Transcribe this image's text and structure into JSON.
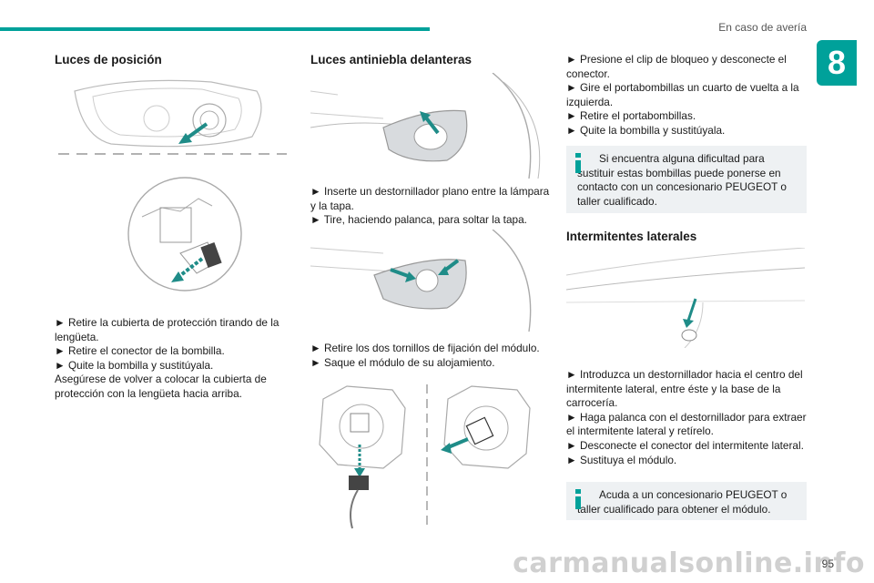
{
  "header": {
    "title": "En caso de avería",
    "chapter": "8"
  },
  "colors": {
    "accent": "#00a19a",
    "note_bg": "#eef1f3",
    "arrow": "#1f8c88"
  },
  "col1": {
    "heading": "Luces de posición",
    "steps": [
      "► Retire la cubierta de protección tirando de la lengüeta.",
      "► Retire el conector de la bombilla.",
      "► Quite la bombilla y sustitúyala."
    ],
    "paragraph": "Asegúrese de volver a colocar la cubierta de protección con la lengüeta hacia arriba."
  },
  "col2": {
    "heading": "Luces antiniebla delanteras",
    "steps_a": [
      "► Inserte un destornillador plano entre la lámpara y la tapa.",
      "► Tire, haciendo palanca, para soltar la tapa."
    ],
    "steps_b": [
      "► Retire los dos tornillos de fijación del módulo.",
      "► Saque el módulo de su alojamiento."
    ]
  },
  "col3": {
    "steps_a": [
      "► Presione el clip de bloqueo y desconecte el conector.",
      "► Gire el portabombillas un cuarto de vuelta a la izquierda.",
      "► Retire el portabombillas.",
      "► Quite la bombilla y sustitúyala."
    ],
    "note_a": "Si encuentra alguna dificultad para sustituir estas bombillas puede ponerse en contacto con un concesionario PEUGEOT o taller cualificado.",
    "heading": "Intermitentes laterales",
    "steps_b": [
      "► Introduzca un destornillador hacia el centro del intermitente lateral, entre éste y la base de la carrocería.",
      "► Haga palanca con el destornillador para extraer el intermitente lateral y retírelo.",
      "► Desconecte el conector del intermitente lateral.",
      "► Sustituya el módulo."
    ],
    "note_b": "Acuda a un concesionario PEUGEOT o taller cualificado para obtener el módulo."
  },
  "footer": {
    "page_number": "95",
    "watermark": "carmanualsonline.info"
  }
}
